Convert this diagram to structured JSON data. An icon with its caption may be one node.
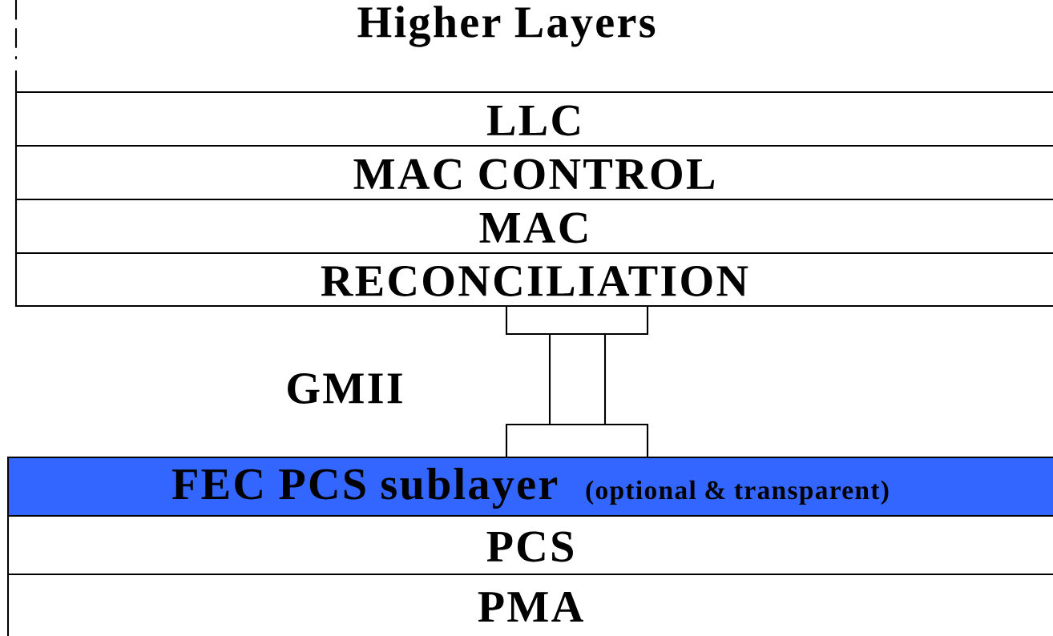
{
  "diagram": {
    "nodes": [
      {
        "text": [
          "LLC"
        ]
      },
      {
        "text": [
          "MAC CONTROL"
        ]
      },
      {
        "text": [
          "MAC"
        ]
      },
      {
        "text": [
          "RECONCILIATION"
        ]
      },
      {
        "text": [],
        "shape": "bar"
      },
      {
        "text": [
          "FEC PCS sublayer",
          "(optional & transparent)"
        ]
      },
      {
        "text": [
          "PCS"
        ]
      },
      {
        "text": [
          "PMA"
        ]
      }
    ],
    "labels": [
      "Higher Layers",
      "GMII"
    ]
  }
}
